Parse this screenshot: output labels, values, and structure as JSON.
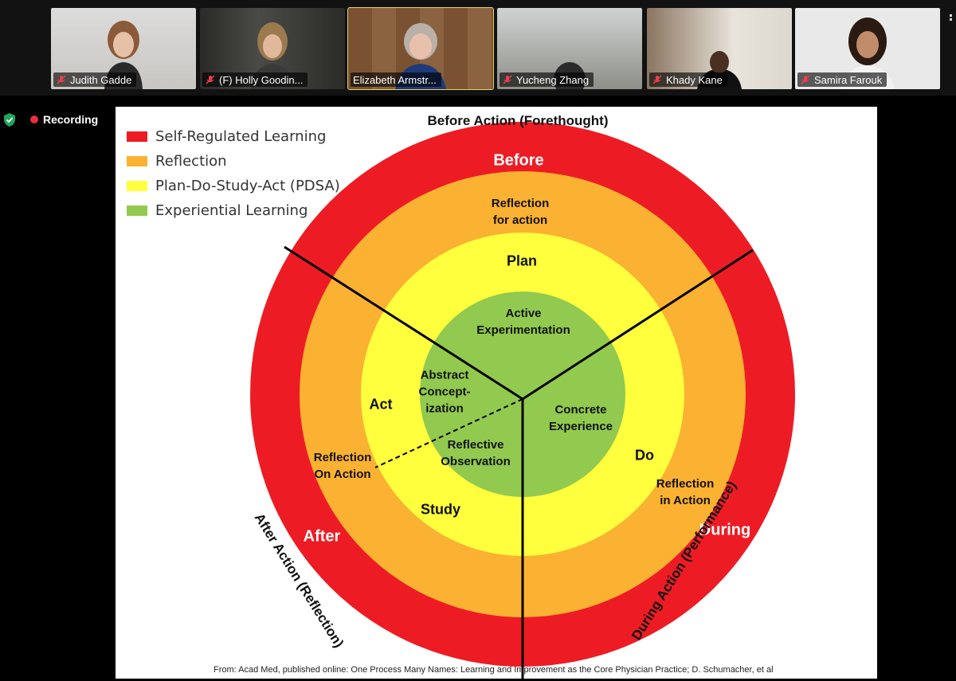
{
  "participants": [
    {
      "name": "Judith Gadde",
      "muted": true,
      "active": false
    },
    {
      "name": "(F) Holly Goodin...",
      "muted": true,
      "active": false
    },
    {
      "name": "Elizabeth Armstr...",
      "muted": false,
      "active": true
    },
    {
      "name": "Yucheng Zhang",
      "muted": true,
      "active": false
    },
    {
      "name": "Khady Kane",
      "muted": true,
      "active": false
    },
    {
      "name": "Samira Farouk",
      "muted": true,
      "active": false
    }
  ],
  "status": {
    "recording_label": "Recording",
    "recording_color": "#e5303c",
    "security_icon": "shield-check-icon"
  },
  "slide": {
    "title": "Before Action (Forethought)",
    "legend": [
      {
        "label": "Self-Regulated Learning",
        "color": "#ed1c24"
      },
      {
        "label": "Reflection",
        "color": "#fbb131"
      },
      {
        "label": "Plan-Do-Study-Act (PDSA)",
        "color": "#ffff3e"
      },
      {
        "label": "Experiential Learning",
        "color": "#92c94f"
      }
    ],
    "labels": {
      "before": "Before",
      "during": "During",
      "after": "After",
      "reflection_for_action_1": "Reflection",
      "reflection_for_action_2": "for action",
      "reflection_in_action_1": "Reflection",
      "reflection_in_action_2": "in Action",
      "reflection_on_action_1": "Reflection",
      "reflection_on_action_2": "On Action",
      "plan": "Plan",
      "do": "Do",
      "study": "Study",
      "act": "Act",
      "active_exp_1": "Active",
      "active_exp_2": "Experimentation",
      "concrete_1": "Concrete",
      "concrete_2": "Experience",
      "reflective_1": "Reflective",
      "reflective_2": "Observation",
      "abstract_1": "Abstract",
      "abstract_2": "Concept-",
      "abstract_3": "ization"
    },
    "side_during": "During Action (Performance)",
    "side_after": "After Action (Reflection)",
    "source": "From: Acad Med, published online: One Process Many Names: Learning and Improvement  as the Core Physician Practice; D. Schumacher, et al"
  }
}
